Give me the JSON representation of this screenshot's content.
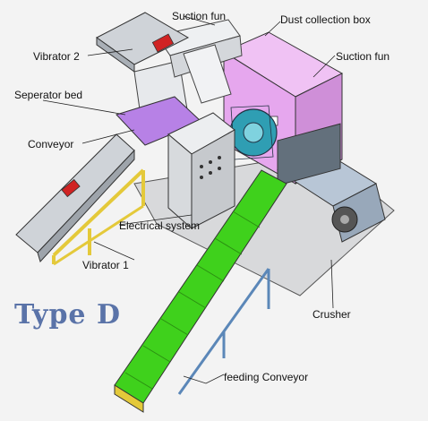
{
  "labels": {
    "suction_fun_top": "Suction fun",
    "dust_collection_box": "Dust collection box",
    "vibrator_2": "Vibrator 2",
    "suction_fun_right": "Suction fun",
    "seperator_bed": "Seperator bed",
    "conveyor": "Conveyor",
    "electrical_system": "Electrical system",
    "vibrator_1": "Vibrator 1",
    "crusher": "Crusher",
    "feeding_conveyor": "feeding Conveyor"
  },
  "title": "Type D",
  "colors": {
    "belt_green": "#3fd11c",
    "cabinet_pink": "#e6a7ee",
    "frame_yellow": "#e4c93a",
    "frame_blue": "#5b87b8",
    "body_gray": "#c9cdd3",
    "type_blue": "#5a73a8"
  }
}
